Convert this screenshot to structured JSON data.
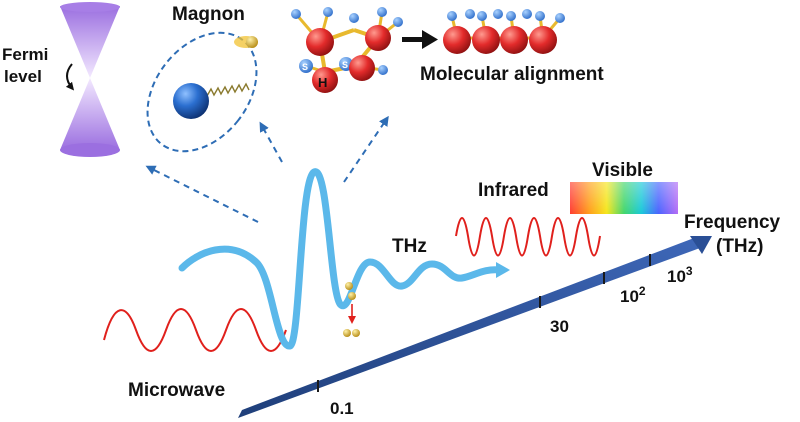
{
  "labels": {
    "fermi_line1": "Fermi",
    "fermi_line2": "level",
    "magnon": "Magnon",
    "molecular_alignment": "Molecular alignment",
    "visible": "Visible",
    "infrared": "Infrared",
    "thz": "THz",
    "microwave": "Microwave",
    "frequency": "Frequency",
    "frequency_unit": "(THz)"
  },
  "axis_ticks": {
    "t1": "0.1",
    "t2": "30",
    "t3_base": "10",
    "t3_exp": "2",
    "t4_base": "10",
    "t4_exp": "3"
  },
  "atoms": {
    "sulfur": "S",
    "hydrogen": "H"
  },
  "colors": {
    "axis_blue": "#2f5597",
    "pulse_blue": "#5bb8ea",
    "sine_red": "#e0201c",
    "cone_violet": "#b07fe0",
    "atom_red": "#e32b2b",
    "atom_blue": "#3b7fd6",
    "bond_yellow": "#e8b92e",
    "electron_gold": "#c9a227",
    "dashed_blue": "#2e6db5"
  }
}
